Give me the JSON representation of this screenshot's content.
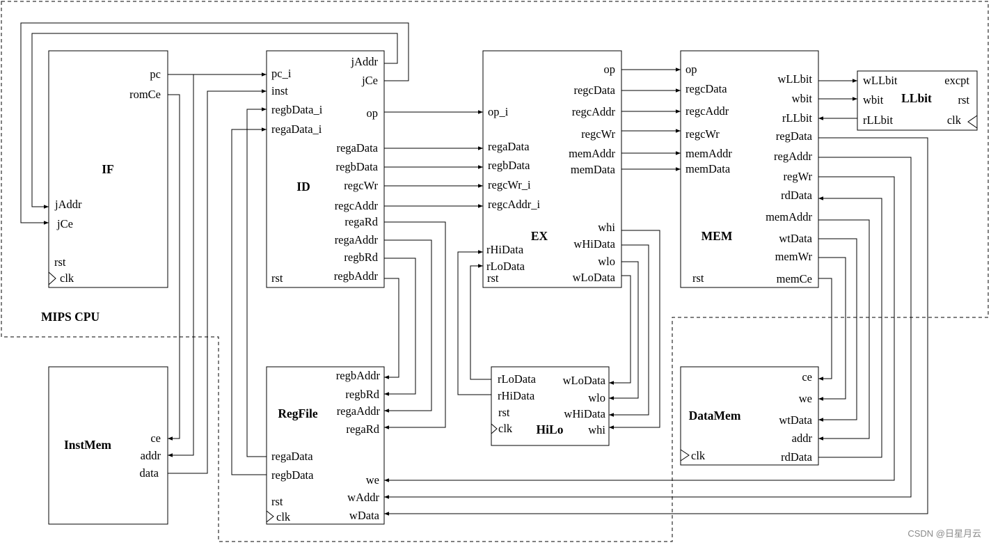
{
  "diagram": {
    "regions": {
      "cpu_label": "MIPS CPU"
    },
    "modules": {
      "if": {
        "title": "IF",
        "ports": {
          "pc": "pc",
          "romCe": "romCe",
          "jAddr": "jAddr",
          "jCe": "jCe",
          "rst": "rst",
          "clk": "clk"
        }
      },
      "id": {
        "title": "ID",
        "ports": {
          "pc_i": "pc_i",
          "inst": "inst",
          "regbData_i": "regbData_i",
          "regaData_i": "regaData_i",
          "rst": "rst",
          "jAddr": "jAddr",
          "jCe": "jCe",
          "op": "op",
          "regaData": "regaData",
          "regbData": "regbData",
          "regcWr": "regcWr",
          "regcAddr": "regcAddr",
          "regaRd": "regaRd",
          "regaAddr": "regaAddr",
          "regbRd": "regbRd",
          "regbAddr": "regbAddr"
        }
      },
      "ex": {
        "title": "EX",
        "ports": {
          "op_i": "op_i",
          "regaData": "regaData",
          "regbData": "regbData",
          "regcWr_i": "regcWr_i",
          "regcAddr_i": "regcAddr_i",
          "rHiData": "rHiData",
          "rLoData": "rLoData",
          "rst": "rst",
          "op": "op",
          "regcData": "regcData",
          "regcAddr": "regcAddr",
          "regcWr": "regcWr",
          "memAddr": "memAddr",
          "memData": "memData",
          "whi": "whi",
          "wHiData": "wHiData",
          "wlo": "wlo",
          "wLoData": "wLoData"
        }
      },
      "mem": {
        "title": "MEM",
        "ports": {
          "op": "op",
          "regcData": "regcData",
          "regcAddr": "regcAddr",
          "regcWr": "regcWr",
          "memAddr": "memAddr",
          "memData": "memData",
          "rst": "rst",
          "wLLbit": "wLLbit",
          "wbit": "wbit",
          "rLLbit": "rLLbit",
          "regData": "regData",
          "regAddr": "regAddr",
          "regWr": "regWr",
          "rdData": "rdData",
          "memAddr_out": "memAddr",
          "wtData": "wtData",
          "memWr": "memWr",
          "memCe": "memCe"
        }
      },
      "llbit": {
        "title": "LLbit",
        "ports": {
          "wLLbit": "wLLbit",
          "wbit": "wbit",
          "rLLbit": "rLLbit",
          "excpt": "excpt",
          "rst": "rst",
          "clk": "clk"
        }
      },
      "instmem": {
        "title": "InstMem",
        "ports": {
          "ce": "ce",
          "addr": "addr",
          "data": "data"
        }
      },
      "regfile": {
        "title": "RegFile",
        "ports": {
          "regbAddr": "regbAddr",
          "regbRd": "regbRd",
          "regaAddr": "regaAddr",
          "regaRd": "regaRd",
          "regaData": "regaData",
          "regbData": "regbData",
          "we": "we",
          "wAddr": "wAddr",
          "wData": "wData",
          "rst": "rst",
          "clk": "clk"
        }
      },
      "hilo": {
        "title": "HiLo",
        "ports": {
          "rLoData": "rLoData",
          "rHiData": "rHiData",
          "rst": "rst",
          "clk": "clk",
          "wLoData": "wLoData",
          "wlo": "wlo",
          "wHiData": "wHiData",
          "whi": "whi"
        }
      },
      "datamem": {
        "title": "DataMem",
        "ports": {
          "ce": "ce",
          "we": "we",
          "wtData": "wtData",
          "addr": "addr",
          "rdData": "rdData",
          "clk": "clk"
        }
      }
    },
    "watermark": "CSDN @日星月云"
  }
}
